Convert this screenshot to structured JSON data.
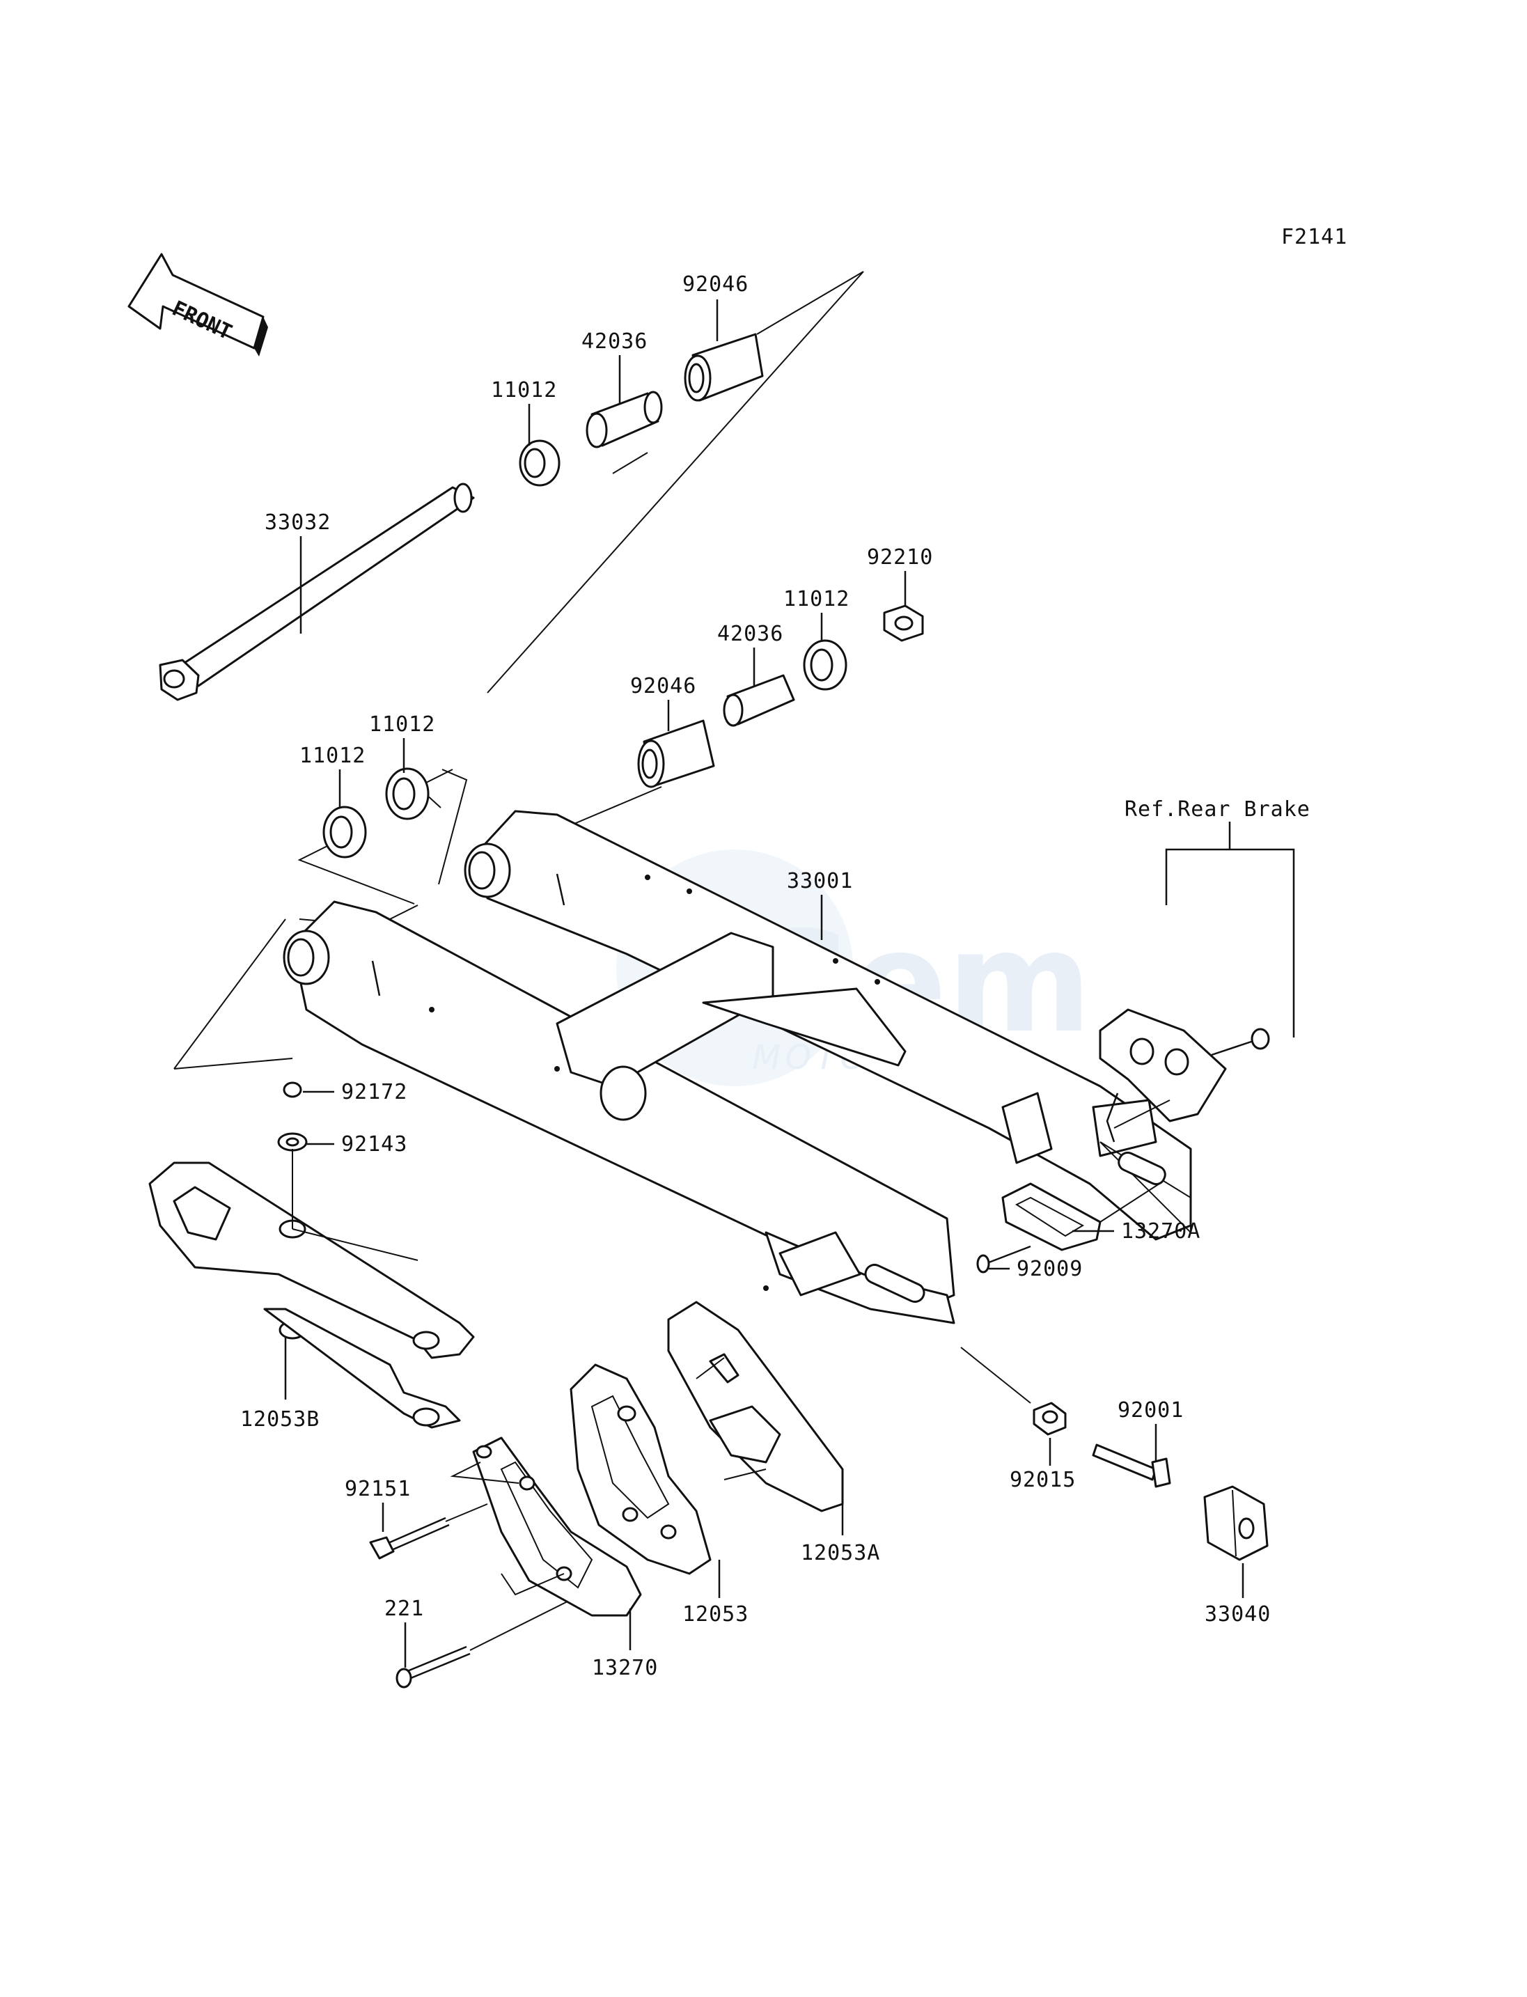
{
  "figure_code": "F2141",
  "front_label": "FRONT",
  "reference_label": "Ref.Rear Brake",
  "watermark": {
    "brand": "Gem",
    "sub": "MOTORPARTS"
  },
  "callouts": {
    "p92046_top": "92046",
    "p42036_top": "42036",
    "p11012_top": "11012",
    "p33032": "33032",
    "p92210": "92210",
    "p11012_right": "11012",
    "p42036_mid": "42036",
    "p92046_mid": "92046",
    "p11012_leftB": "11012",
    "p11012_leftA": "11012",
    "p33001": "33001",
    "p92172": "92172",
    "p92143": "92143",
    "p12053B": "12053B",
    "p13270A": "13270A",
    "p92009": "92009",
    "p92001": "92001",
    "p92015": "92015",
    "p92151": "92151",
    "p12053A": "12053A",
    "p12053": "12053",
    "p221": "221",
    "p13270": "13270",
    "p33040": "33040"
  }
}
